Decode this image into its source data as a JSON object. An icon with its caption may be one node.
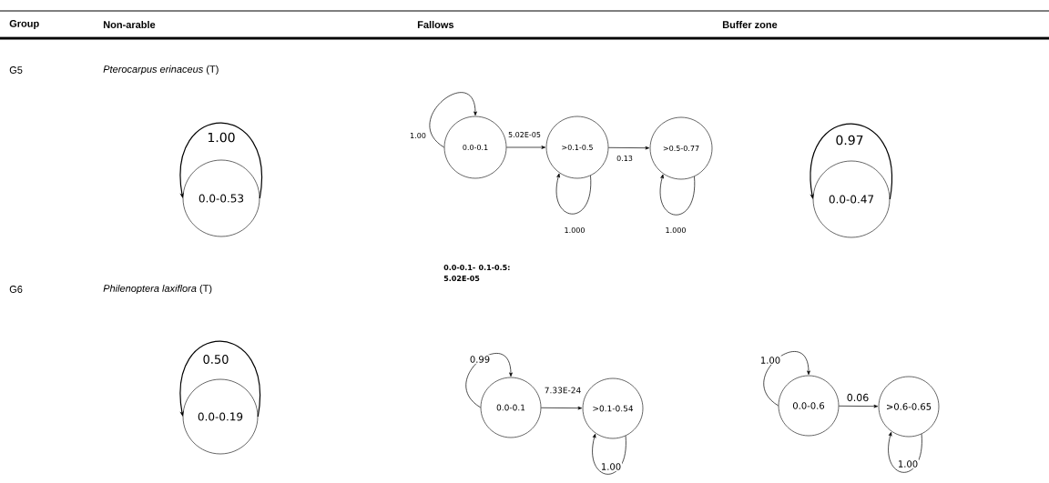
{
  "diagram": {
    "nodes": [
      {
        "text": [
          "0.0-0.53"
        ]
      },
      {
        "text": [
          "0.0-0.1"
        ]
      },
      {
        "text": [
          ">0.1-0.5"
        ]
      },
      {
        "text": [
          ">0.5-0.77"
        ]
      },
      {
        "text": [
          "0.0-0.47"
        ]
      },
      {
        "text": [
          "0.0-0.19"
        ]
      },
      {
        "text": [
          "0.0-0.1"
        ]
      },
      {
        "text": [
          ">0.1-0.54"
        ]
      },
      {
        "text": [
          "0.0-0.6"
        ]
      },
      {
        "text": [
          ">0.6-0.65"
        ]
      }
    ],
    "edges": [
      {
        "from": 0,
        "to": 0,
        "arrow": "to",
        "label": "1.00"
      },
      {
        "from": 1,
        "to": 1,
        "arrow": "to",
        "label": "1.00"
      },
      {
        "from": 1,
        "to": 2,
        "arrow": "to",
        "label": "5.02E-05"
      },
      {
        "from": 2,
        "to": 2,
        "arrow": "to",
        "label": "1.000"
      },
      {
        "from": 2,
        "to": 3,
        "arrow": "to",
        "label": "0.13"
      },
      {
        "from": 3,
        "to": 3,
        "arrow": "to",
        "label": "1.000"
      },
      {
        "from": 4,
        "to": 4,
        "arrow": "to",
        "label": "0.97"
      },
      {
        "from": 5,
        "to": 5,
        "arrow": "to",
        "label": "0.50"
      },
      {
        "from": 6,
        "to": 6,
        "arrow": "to",
        "label": "0.99"
      },
      {
        "from": 6,
        "to": 7,
        "arrow": "to",
        "label": "7.33E-24"
      },
      {
        "from": 7,
        "to": 7,
        "arrow": "to",
        "label": "1.00"
      },
      {
        "from": 8,
        "to": 8,
        "arrow": "to",
        "label": "1.00"
      },
      {
        "from": 8,
        "to": 9,
        "arrow": "to",
        "label": "0.06"
      },
      {
        "from": 9,
        "to": 9,
        "arrow": "to",
        "label": "1.00"
      }
    ],
    "labels": [
      "Group",
      "Non-arable",
      "Fallows",
      "Buffer zone",
      "G5",
      "*Pterocarpus erinaceus* (T)",
      "0.0-0.1- 0.1-0.5: 5.02E-05",
      "G6",
      "*Philenoptera laxiflora* (T)"
    ]
  }
}
